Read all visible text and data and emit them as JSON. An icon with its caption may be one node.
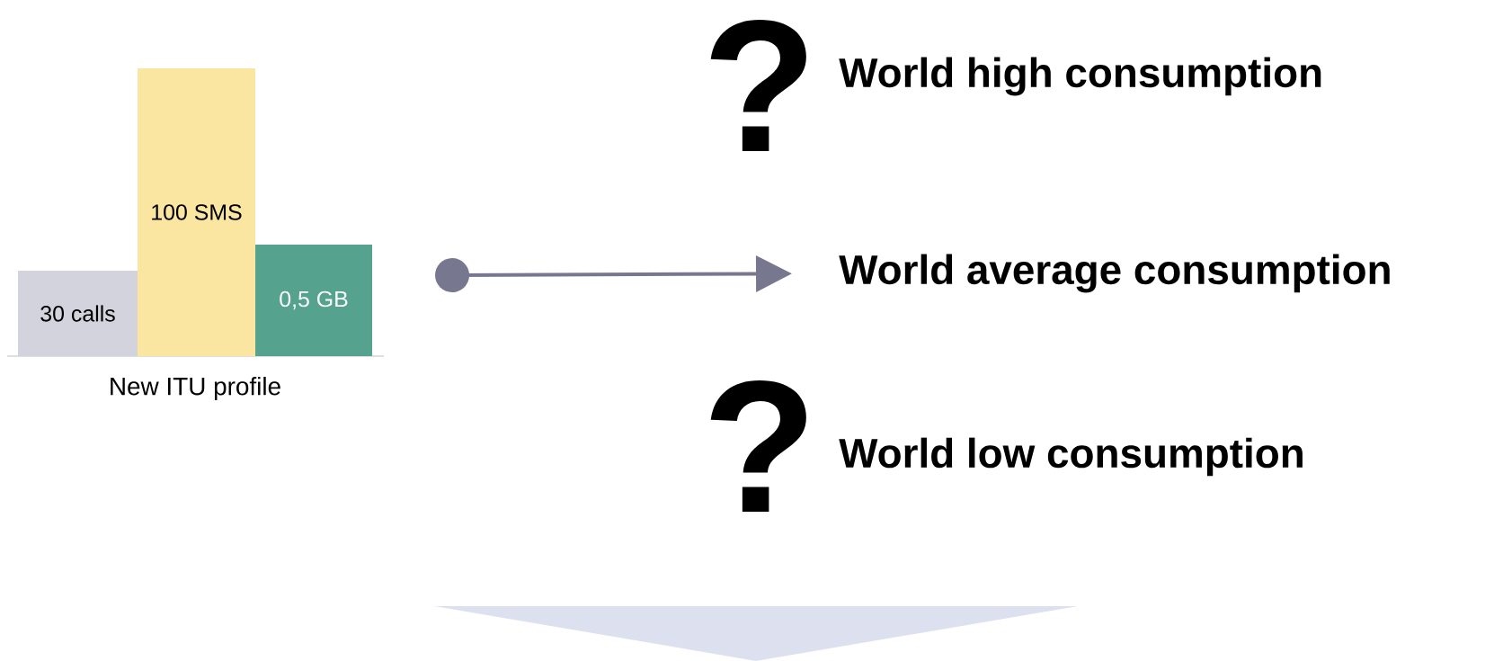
{
  "diagram": {
    "nodes": [
      {
        "text": [
          "30 calls"
        ]
      },
      {
        "text": [
          "100 SMS"
        ]
      },
      {
        "text": [
          "0,5 GB"
        ]
      },
      {
        "text": [
          "World average consumption"
        ]
      },
      {
        "text": [],
        "shape": "triangle"
      }
    ],
    "edges": [
      {
        "from": null,
        "to": 3,
        "arrow": "to"
      }
    ],
    "labels": [
      "?",
      "World high consumption",
      "New ITU profile",
      "?",
      "World low consumption"
    ]
  }
}
